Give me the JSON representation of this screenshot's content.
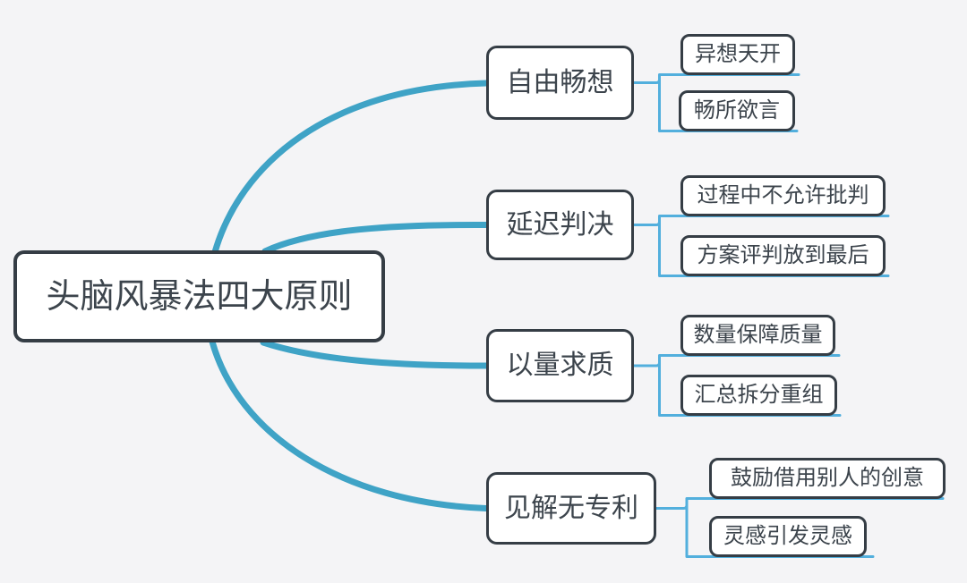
{
  "colors": {
    "background": "#f4f4f6",
    "branch_curve": "#3fa3c6",
    "child_line": "#52afdd",
    "node_border": "#353d45",
    "node_fill": "#ffffff",
    "text": "#3c444c"
  },
  "root": {
    "label": "头脑风暴法四大原则"
  },
  "branches": [
    {
      "label": "自由畅想",
      "children": [
        {
          "label": "异想天开"
        },
        {
          "label": "畅所欲言"
        }
      ]
    },
    {
      "label": "延迟判决",
      "children": [
        {
          "label": "过程中不允许批判"
        },
        {
          "label": "方案评判放到最后"
        }
      ]
    },
    {
      "label": "以量求质",
      "children": [
        {
          "label": "数量保障质量"
        },
        {
          "label": "汇总拆分重组"
        }
      ]
    },
    {
      "label": "见解无专利",
      "children": [
        {
          "label": "鼓励借用别人的创意"
        },
        {
          "label": "灵感引发灵感"
        }
      ]
    }
  ]
}
